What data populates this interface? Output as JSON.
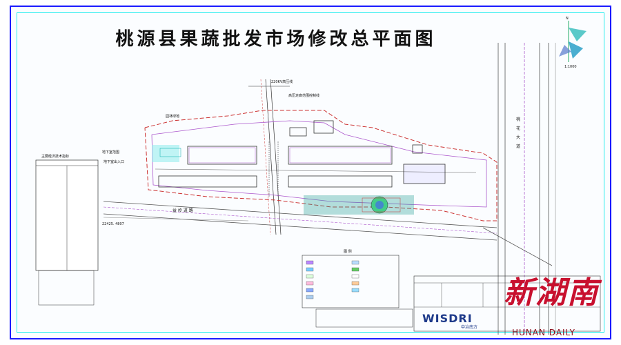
{
  "title": "桃源县果蔬批发市场修改总平面图",
  "road_label_top": "220KV高压线",
  "road_label_mid": "高压走廊范围控制线",
  "road_label_vertical": [
    "桃",
    "花",
    "大",
    "道"
  ],
  "road_label_south": "益 岭 道 路",
  "elevation_label": "22425. 4807",
  "scale_label": "1:1000",
  "area_labels": [
    "地下室范围",
    "园林绿地",
    "地下室出入口"
  ],
  "stats_table_title": "主要经济技术指标",
  "legend_title": "图 例",
  "logo": {
    "name": "WISDRI",
    "sub": "中冶南方"
  },
  "watermark": {
    "cn": "新湖南",
    "en": "HUNAN DAILY"
  },
  "colors": {
    "frame": "#1a1aff",
    "road": "#aa55cc",
    "water": "#2aa198",
    "building": "#6a5acd",
    "watermark": "#c8102e"
  }
}
